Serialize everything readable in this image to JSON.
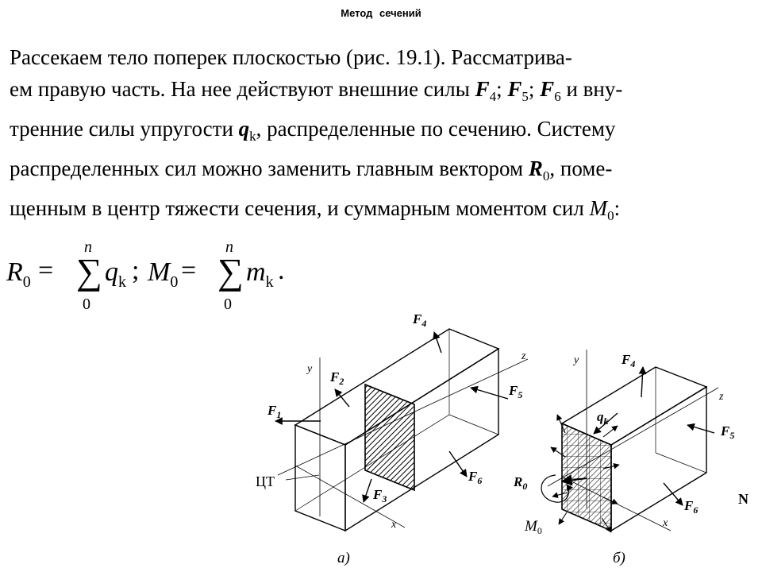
{
  "header": {
    "title": "Метод сечений"
  },
  "paragraph": {
    "l1": "Рассекаем тело поперек плоскостью (рис. 19.1). Рассматрива-",
    "l2_pre": "ем правую часть. На нее действуют внешние силы ",
    "f4": "F",
    "f4_sub": "4",
    "sep1": "; ",
    "f5": "F",
    "f5_sub": "5",
    "sep2": "; ",
    "f6": "F",
    "f6_sub": "6",
    "l2_post": " и вну-",
    "l3_pre": "тренние силы упругости ",
    "qk": "q",
    "qk_sub": "k",
    "l3_post": ", распределенные по сечению. Систему",
    "l4_pre": "распределенных сил можно заменить главным вектором ",
    "r0": "R",
    "r0_sub": "0",
    "l4_post": ", поме-",
    "l5_pre": "щенным в центр тяжести сечения, и суммарным моментом сил ",
    "m0": "M",
    "m0_sub": "0",
    "l5_post": ":"
  },
  "formula": {
    "r": "R",
    "r_sub": "0",
    "eq1": " = ",
    "sum1_upper": "n",
    "sum1_lower": "0",
    "q": "q",
    "q_sub": "k",
    "sep": ";",
    "m": "M",
    "m_sub": "0",
    "eq2": " = ",
    "sum2_upper": "n",
    "sum2_lower": "0",
    "mk": "m",
    "mk_sub": "k",
    "end": "."
  },
  "figure_a": {
    "caption": "а)",
    "cg_label": "ЦТ",
    "axis_y": "y",
    "axis_z": "z",
    "axis_x": "x",
    "f1": "F",
    "f1_sub": "1",
    "f2": "F",
    "f2_sub": "2",
    "f3": "F",
    "f3_sub": "3",
    "f4": "F",
    "f4_sub": "4",
    "f5": "F",
    "f5_sub": "5",
    "f6": "F",
    "f6_sub": "6"
  },
  "figure_b": {
    "caption": "б)",
    "axis_y": "y",
    "axis_z": "z",
    "axis_x": "x",
    "f4": "F",
    "f4_sub": "4",
    "f5": "F",
    "f5_sub": "5",
    "f6": "F",
    "f6_sub": "6",
    "qk": "q",
    "qk_sub": "k",
    "r0": "R",
    "r0_sub": "0",
    "m0": "M",
    "m0_sub": "0",
    "edge_mark": "N"
  }
}
